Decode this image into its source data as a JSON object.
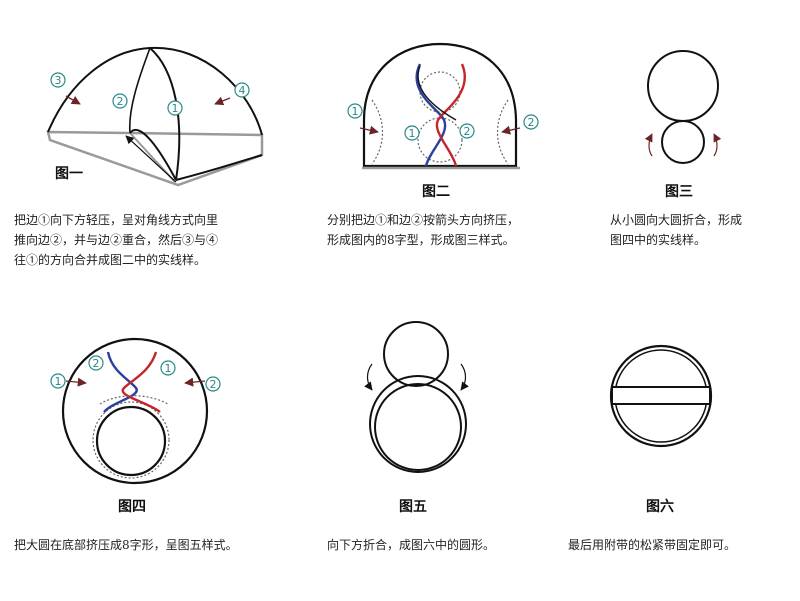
{
  "panels": [
    {
      "id": 1,
      "label": "图一",
      "caption": [
        "把边①向下方轻压，呈对角线方式向里",
        "推向边②，并与边②重合，然后③与④",
        "往①的方向合并成图二中的实线样。"
      ]
    },
    {
      "id": 2,
      "label": "图二",
      "caption": [
        "分别把边①和边②按箭头方向挤压，",
        "形成图内的8字型，形成图三样式。"
      ]
    },
    {
      "id": 3,
      "label": "图三",
      "caption": [
        "从小圆向大圆折合，形成",
        "图四中的实线样。"
      ]
    },
    {
      "id": 4,
      "label": "图四",
      "caption": [
        "把大圆在底部挤压成8字形，呈图五样式。"
      ]
    },
    {
      "id": 5,
      "label": "图五",
      "caption": [
        "向下方折合，成图六中的圆形。"
      ]
    },
    {
      "id": 6,
      "label": "图六",
      "caption": [
        "最后用附带的松紧带固定即可。"
      ]
    }
  ],
  "markers": {
    "m1": "1",
    "m2": "2",
    "m3": "3",
    "m4": "4"
  },
  "colors": {
    "line": "#111111",
    "frame": "#9a9a9a",
    "blue": "#2c3f9c",
    "red": "#c4262e",
    "marker": "#2a8a8a",
    "arrow": "#6b2525"
  }
}
